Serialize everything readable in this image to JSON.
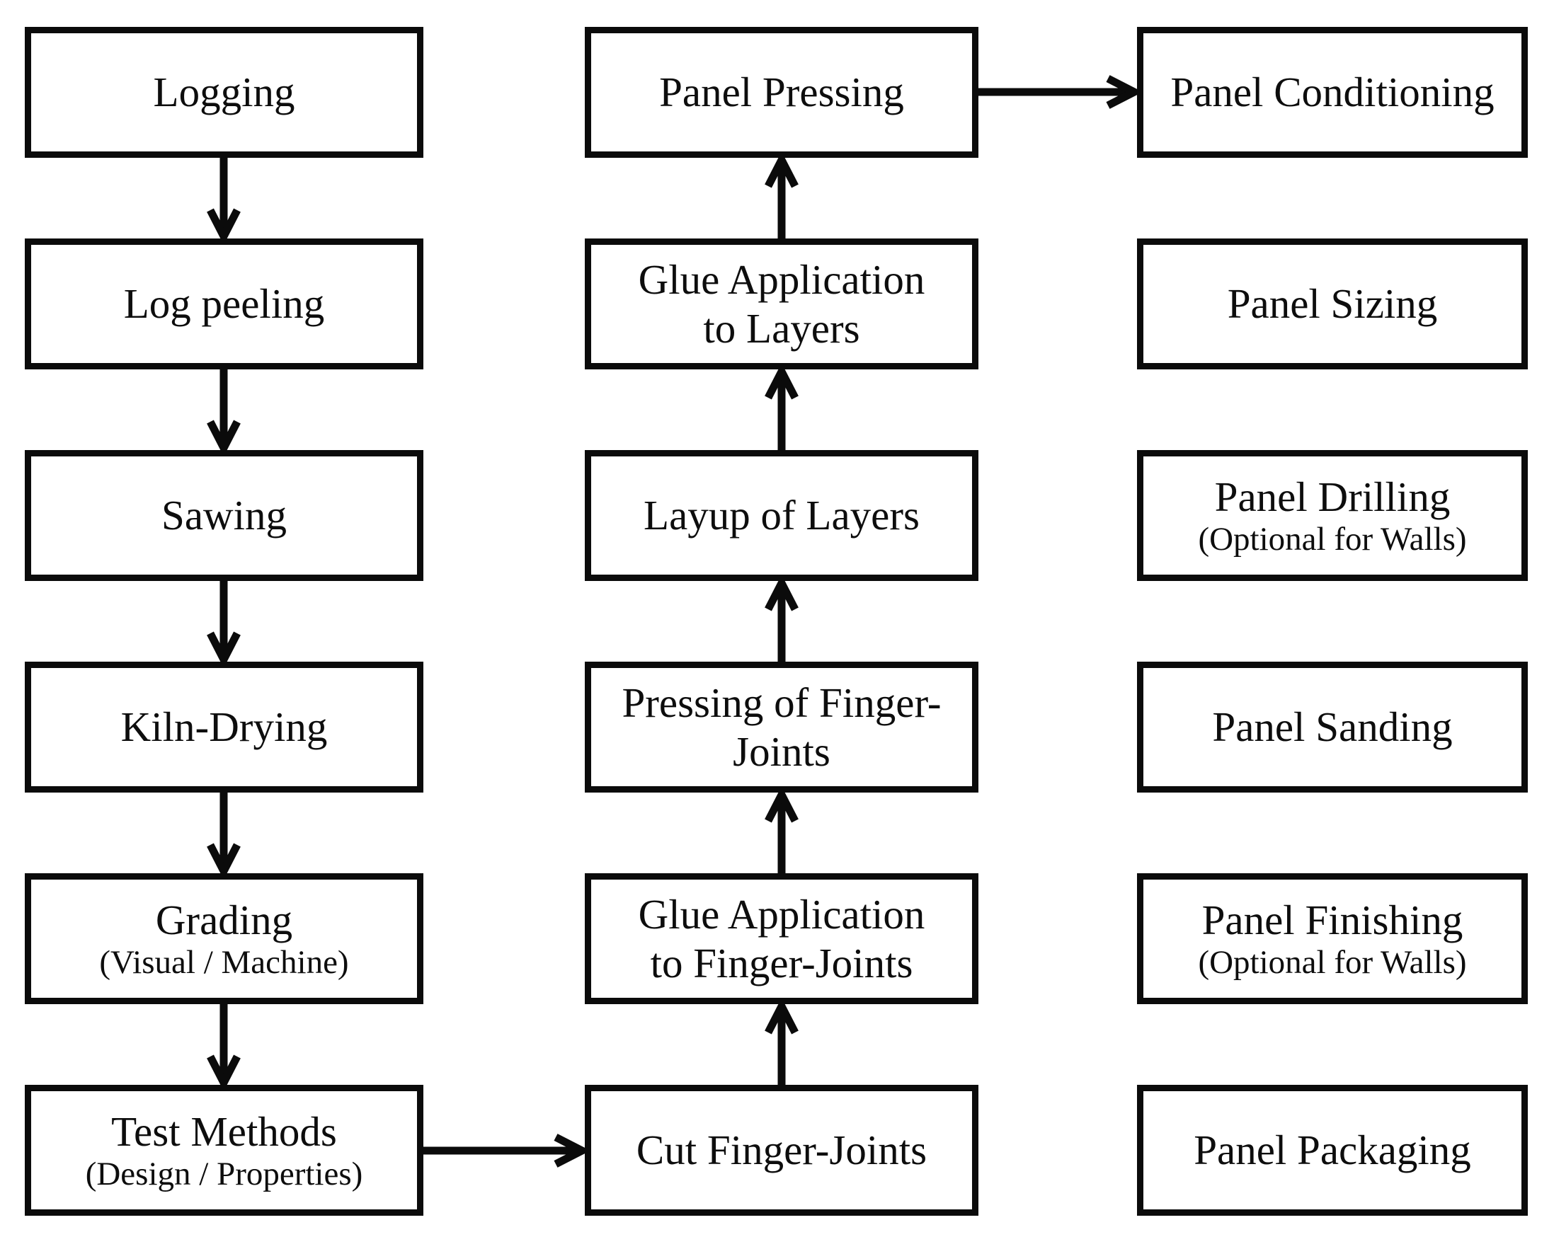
{
  "colors": {
    "ink": "#0b0b0b",
    "background": "#ffffff"
  },
  "columns": [
    {
      "flow": "down",
      "nodes": [
        {
          "line1": "Logging",
          "line2": "",
          "sub": ""
        },
        {
          "line1": "Log peeling",
          "line2": "",
          "sub": ""
        },
        {
          "line1": "Sawing",
          "line2": "",
          "sub": ""
        },
        {
          "line1": "Kiln-Drying",
          "line2": "",
          "sub": ""
        },
        {
          "line1": "Grading",
          "line2": "",
          "sub": "(Visual / Machine)"
        },
        {
          "line1": "Test Methods",
          "line2": "",
          "sub": "(Design / Properties)"
        }
      ]
    },
    {
      "flow": "up",
      "nodes": [
        {
          "line1": "Panel Pressing",
          "line2": "",
          "sub": ""
        },
        {
          "line1": "Glue Application",
          "line2": "to Layers",
          "sub": ""
        },
        {
          "line1": "Layup of Layers",
          "line2": "",
          "sub": ""
        },
        {
          "line1": "Pressing of Finger-",
          "line2": "Joints",
          "sub": ""
        },
        {
          "line1": "Glue Application",
          "line2": "to Finger-Joints",
          "sub": ""
        },
        {
          "line1": "Cut Finger-Joints",
          "line2": "",
          "sub": ""
        }
      ]
    },
    {
      "flow": "down",
      "nodes": [
        {
          "line1": "Panel Conditioning",
          "line2": "",
          "sub": ""
        },
        {
          "line1": "Panel Sizing",
          "line2": "",
          "sub": ""
        },
        {
          "line1": "Panel Drilling",
          "line2": "",
          "sub": "(Optional for Walls)"
        },
        {
          "line1": "Panel Sanding",
          "line2": "",
          "sub": ""
        },
        {
          "line1": "Panel Finishing",
          "line2": "",
          "sub": "(Optional for Walls)"
        },
        {
          "line1": "Panel Packaging",
          "line2": "",
          "sub": ""
        }
      ]
    }
  ],
  "edges": [
    {
      "from": "Logging",
      "to": "Log peeling"
    },
    {
      "from": "Log peeling",
      "to": "Sawing"
    },
    {
      "from": "Sawing",
      "to": "Kiln-Drying"
    },
    {
      "from": "Kiln-Drying",
      "to": "Grading"
    },
    {
      "from": "Grading",
      "to": "Test Methods"
    },
    {
      "from": "Test Methods",
      "to": "Cut Finger-Joints"
    },
    {
      "from": "Cut Finger-Joints",
      "to": "Glue Application to Finger-Joints"
    },
    {
      "from": "Glue Application to Finger-Joints",
      "to": "Pressing of Finger-Joints"
    },
    {
      "from": "Pressing of Finger-Joints",
      "to": "Layup of Layers"
    },
    {
      "from": "Layup of Layers",
      "to": "Glue Application to Layers"
    },
    {
      "from": "Glue Application to Layers",
      "to": "Panel Pressing"
    },
    {
      "from": "Panel Pressing",
      "to": "Panel Conditioning"
    },
    {
      "from": "Panel Conditioning",
      "to": "Panel Sizing"
    },
    {
      "from": "Panel Sizing",
      "to": "Panel Drilling"
    },
    {
      "from": "Panel Drilling",
      "to": "Panel Sanding"
    },
    {
      "from": "Panel Sanding",
      "to": "Panel Finishing"
    },
    {
      "from": "Panel Finishing",
      "to": "Panel Packaging"
    }
  ]
}
